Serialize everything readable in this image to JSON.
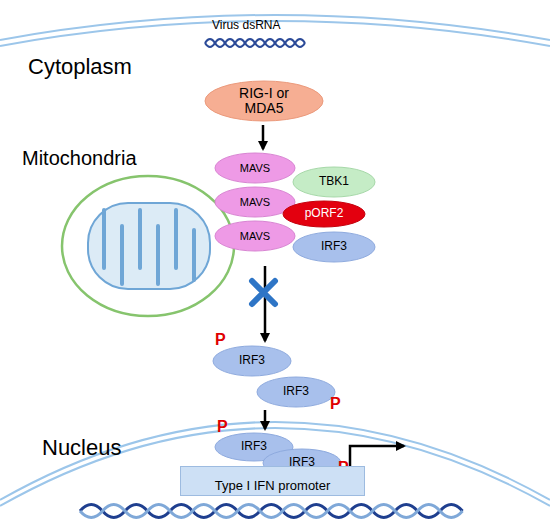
{
  "diagram": {
    "nodes": [
      {
        "text": [
          "RIG-I or MDA5"
        ]
      },
      {
        "text": [
          "MAVS"
        ]
      },
      {
        "text": [
          "MAVS"
        ]
      },
      {
        "text": [
          "MAVS"
        ]
      },
      {
        "text": [
          "TBK1"
        ]
      },
      {
        "text": [
          "pORF2"
        ]
      },
      {
        "text": [
          "IRF3"
        ]
      },
      {
        "text": [
          "P",
          "IRF3"
        ]
      },
      {
        "text": [
          "IRF3",
          "P"
        ]
      },
      {
        "text": [
          "P",
          "IRF3"
        ]
      },
      {
        "text": [
          "IRF3",
          "P"
        ]
      },
      {
        "text": [
          "Type I IFN promoter"
        ]
      }
    ],
    "edges": [
      {
        "from": 0,
        "to": 1,
        "arrow": "to"
      },
      {
        "from": 3,
        "to": 7,
        "arrow": "to"
      },
      {
        "from": 8,
        "to": 9,
        "arrow": "to"
      }
    ],
    "labels": [
      "Cytoplasm",
      "Virus dsRNA",
      "Mitochondria",
      "Nucleus"
    ]
  }
}
